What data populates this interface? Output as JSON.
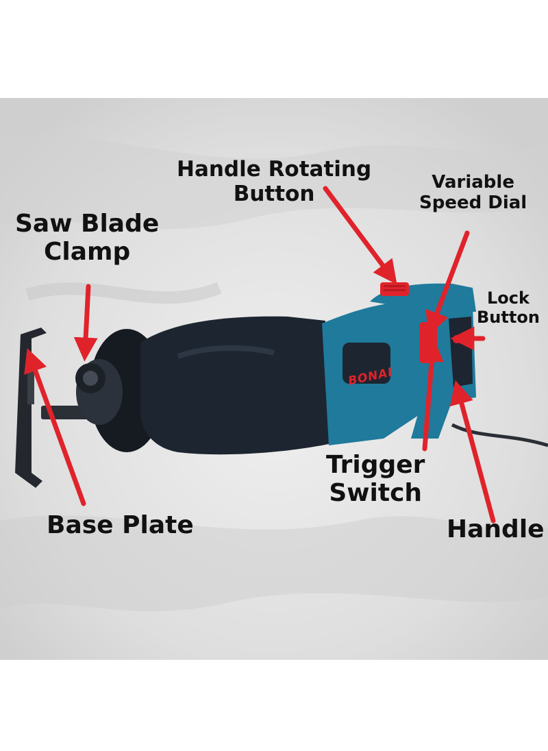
{
  "labels": {
    "handle_rotating_button": [
      "Handle Rotating",
      "Button"
    ],
    "variable_speed_dial": [
      "Variable",
      "Speed Dial"
    ],
    "saw_blade_clamp": [
      "Saw Blade",
      "Clamp"
    ],
    "lock_button": [
      "Lock",
      "Button"
    ],
    "trigger_switch": [
      "Trigger",
      "Switch"
    ],
    "handle": "Handle",
    "base_plate": "Base Plate"
  },
  "brand": "BONAI",
  "colors": {
    "arrow": "#e0232b",
    "tool_body": "#1f7a9c",
    "grip": "#1d2530",
    "background": "#e3e3e3",
    "accent_red": "#e0232b"
  }
}
